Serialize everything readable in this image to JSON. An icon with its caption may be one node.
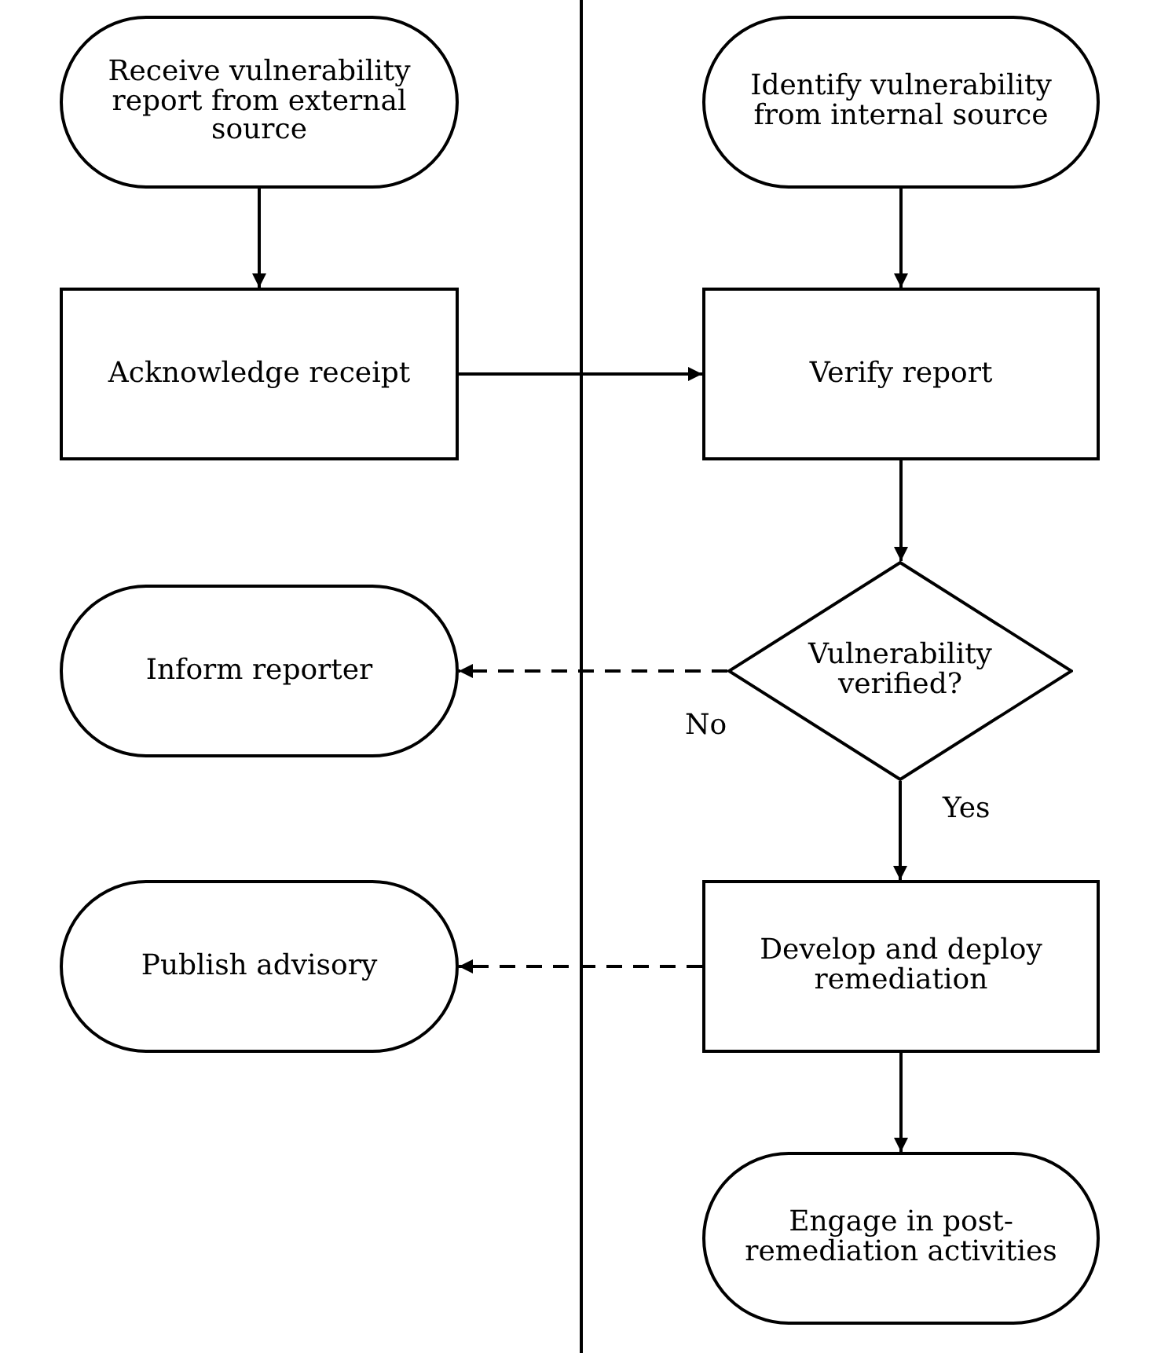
{
  "diagram": {
    "nodes": [
      {
        "text": [
          "Receive vulnerability report from external source"
        ]
      },
      {
        "text": [
          "Identify vulnerability from internal source"
        ]
      },
      {
        "text": [
          "Acknowledge receipt"
        ]
      },
      {
        "text": [
          "Verify report"
        ]
      },
      {
        "text": [
          "Inform reporter"
        ]
      },
      {
        "text": [
          "Vulnerability verified?"
        ]
      },
      {
        "text": [
          "Publish advisory"
        ]
      },
      {
        "text": [
          "Develop and deploy remediation"
        ]
      },
      {
        "text": [
          "Engage in post-remediation activities"
        ]
      }
    ],
    "edges": [
      {
        "from": 0,
        "to": 2,
        "arrow": "to"
      },
      {
        "from": 1,
        "to": 3,
        "arrow": "to"
      },
      {
        "from": 2,
        "to": 3,
        "arrow": "to"
      },
      {
        "from": 3,
        "to": 5,
        "arrow": "to"
      },
      {
        "from": 5,
        "to": 4,
        "arrow": "to",
        "label": "No",
        "style": "dashed"
      },
      {
        "from": 5,
        "to": 7,
        "arrow": "to",
        "label": "Yes"
      },
      {
        "from": 7,
        "to": 6,
        "arrow": "to",
        "style": "dashed"
      },
      {
        "from": 7,
        "to": 8,
        "arrow": "to"
      }
    ]
  }
}
